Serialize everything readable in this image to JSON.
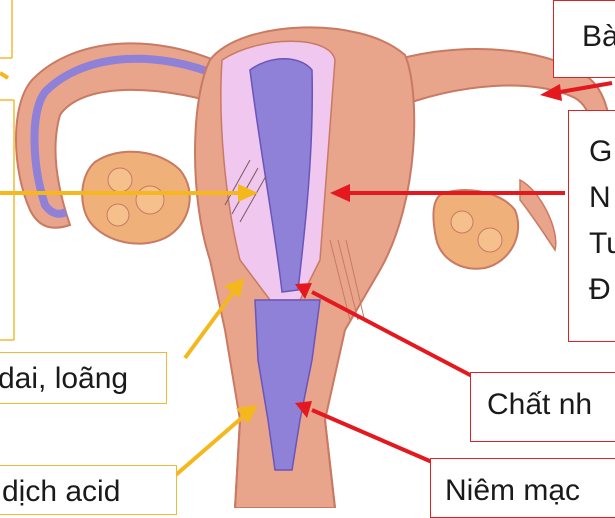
{
  "colors": {
    "yellow_arrow": "#f5b81c",
    "red_arrow": "#e3191f",
    "tissue": "#e9a48c",
    "tissue_dark": "#c97a62",
    "mucosa": "#8f80d8",
    "mucosa_dark": "#6a55b8",
    "cavity": "#efc7ef",
    "box_yellow_border": "#f2b935",
    "box_red_border": "#d9232a"
  },
  "labels": {
    "top_right": "Bà",
    "right_list": [
      "G",
      "N",
      "Tu",
      "Đ"
    ],
    "mid_left": "dai, loãng",
    "mid_right": "Chất nh",
    "bottom_left": "dịch acid",
    "bottom_right": "Niêm mạc"
  }
}
